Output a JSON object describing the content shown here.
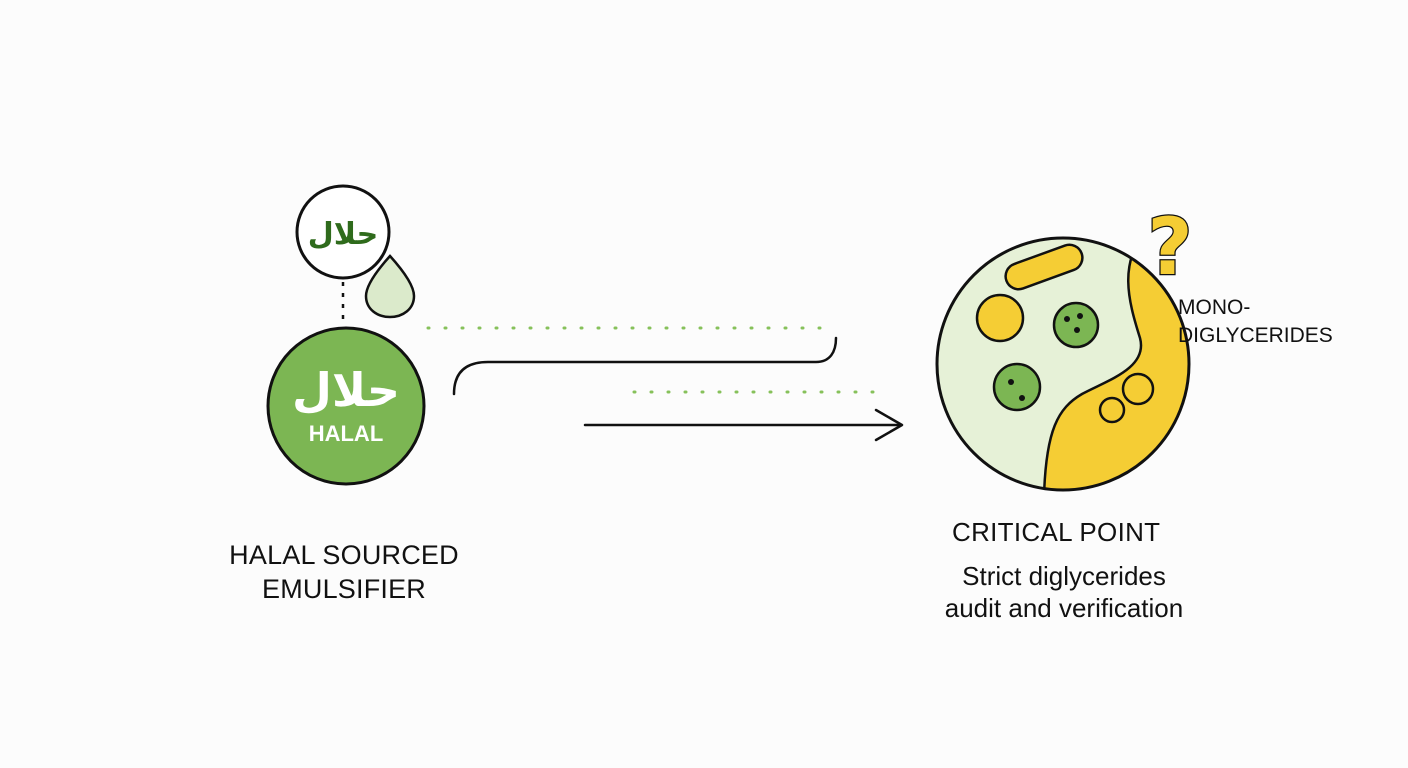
{
  "colors": {
    "halal_green": "#7cb653",
    "light_green": "#e6f1d7",
    "dark_green": "#2f6b1c",
    "yellow": "#f5cd34",
    "outline": "#111111",
    "dotted": "#86c15a"
  },
  "halal_badge": {
    "arabic": "حلال",
    "latin": "HALAL"
  },
  "small_badge": {
    "arabic": "حلال"
  },
  "left_caption": {
    "line1": "HALAL SOURCED",
    "line2": "EMULSIFIER"
  },
  "critical": {
    "title": "CRITICAL POINT",
    "desc_line1": "Strict diglycerides",
    "desc_line2": "audit and verification"
  },
  "mono_label": {
    "line1": "MONO-",
    "line2": "DIGLYCERIDES"
  },
  "question_mark": "?",
  "icons": [
    "droplet-icon",
    "arrow-right-icon",
    "question-mark-icon",
    "microbe-circle-icon"
  ]
}
